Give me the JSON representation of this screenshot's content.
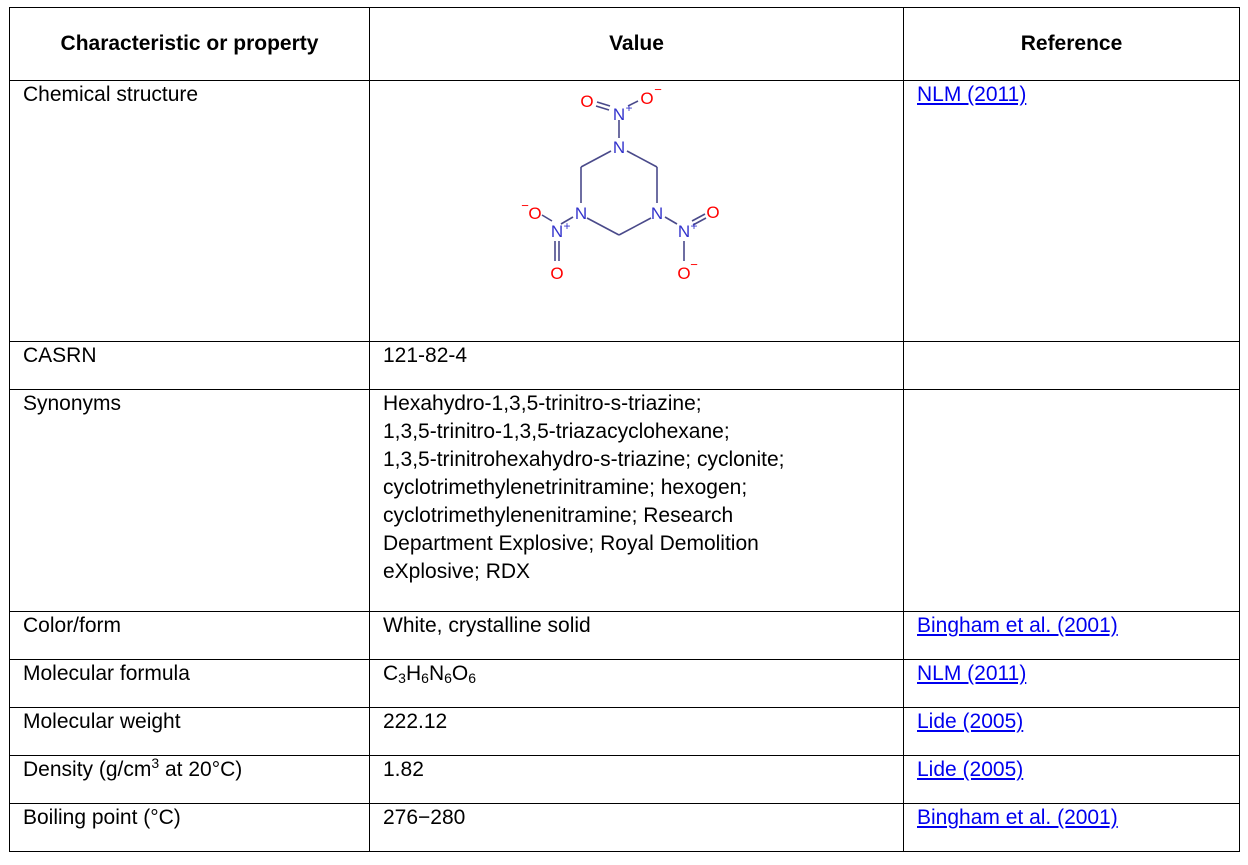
{
  "headers": {
    "property": "Characteristic or property",
    "value": "Value",
    "reference": "Reference"
  },
  "structure_atoms": {
    "o_dbl": "O",
    "o_neg": "O",
    "neg": "−",
    "n": "N",
    "plus": "+"
  },
  "colors": {
    "link": "#0000ee",
    "oxygen": "#ff0000",
    "nitrogen": "#3333cc",
    "bond": "#4a4a8a"
  },
  "rows": [
    {
      "property": "Chemical structure",
      "value_type": "structure",
      "reference": "NLM (2011)"
    },
    {
      "property": "CASRN",
      "value": "121-82-4",
      "reference": ""
    },
    {
      "property": "Synonyms",
      "value_lines": [
        "Hexahydro-1,3,5-trinitro-s-triazine;",
        "1,3,5-trinitro-1,3,5-triazacyclohexane;",
        "1,3,5-trinitrohexahydro-s-triazine; cyclonite;",
        "cyclotrimethylenetrinitramine; hexogen;",
        "cyclotrimethylenenitramine; Research",
        "Department Explosive; Royal Demolition",
        "eXplosive; RDX"
      ],
      "reference": ""
    },
    {
      "property": "Color/form",
      "value": "White, crystalline solid",
      "reference": "Bingham et al. (2001)"
    },
    {
      "property": "Molecular formula",
      "formula": [
        {
          "el": "C",
          "n": "3"
        },
        {
          "el": "H",
          "n": "6"
        },
        {
          "el": "N",
          "n": "6"
        },
        {
          "el": "O",
          "n": "6"
        }
      ],
      "reference": "NLM (2011)"
    },
    {
      "property": "Molecular weight",
      "value": "222.12",
      "reference": "Lide (2005)"
    },
    {
      "property_parts": {
        "before": "Density (g/cm",
        "sup": "3",
        "after": " at 20°C)"
      },
      "value": "1.82",
      "reference": "Lide (2005)"
    },
    {
      "property": "Boiling point (°C)",
      "value": "276−280",
      "reference": "Bingham et al. (2001)"
    }
  ]
}
